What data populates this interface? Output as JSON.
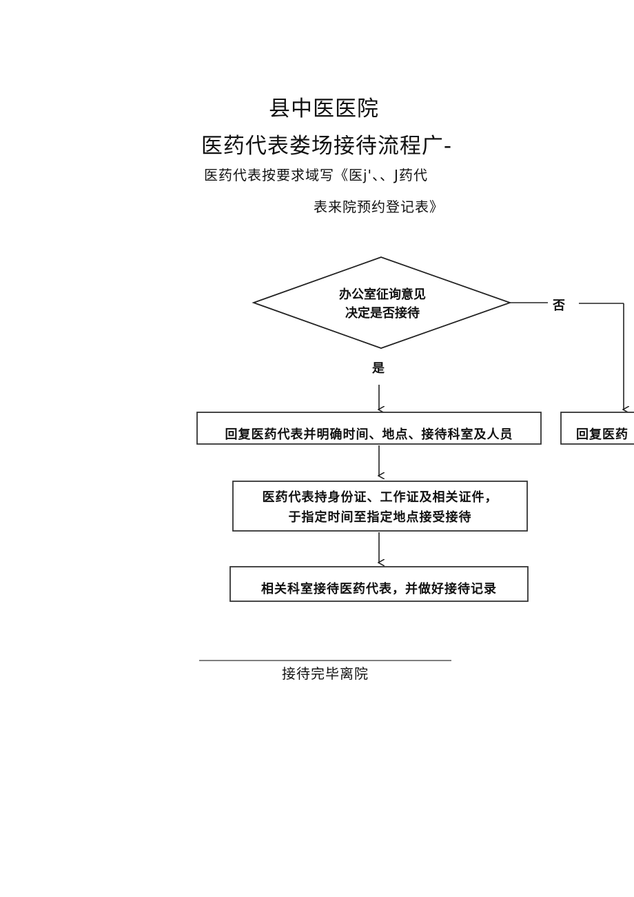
{
  "header": {
    "hospital_name": "县中医医院",
    "process_title": "医药代表娄场接待流程广-"
  },
  "intro": {
    "line1": "医药代表按要求域写《医j'、、J药代",
    "line2": "表来院预约登记表》"
  },
  "flowchart": {
    "decision": {
      "line1": "办公室征询意见",
      "line2": "决定是否接待"
    },
    "branch_no_label": "否",
    "branch_yes_label": "是",
    "step_reply": "回复医药代表并明确时间、地点、接待科室及人员",
    "step_reply_right_truncated": "回复医药",
    "step_visit": {
      "line1": "医药代表持身份证、工作证及相关证件，",
      "line2": "于指定时间至指定地点接受接待"
    },
    "step_record": "相关科室接待医药代表，并做好接待记录",
    "ending": "接待完毕离院"
  }
}
